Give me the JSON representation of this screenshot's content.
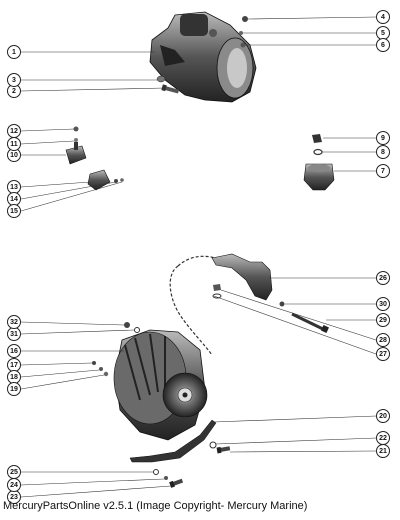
{
  "caption": "MercuryPartsOnline v2.5.1 (Image Copyright- Mercury Marine)",
  "callouts": [
    "1",
    "2",
    "3",
    "4",
    "5",
    "6",
    "7",
    "8",
    "9",
    "10",
    "11",
    "12",
    "13",
    "14",
    "15",
    "16",
    "17",
    "18",
    "19",
    "20",
    "21",
    "22",
    "23",
    "24",
    "25",
    "26",
    "27",
    "28",
    "29",
    "30",
    "31",
    "32"
  ]
}
